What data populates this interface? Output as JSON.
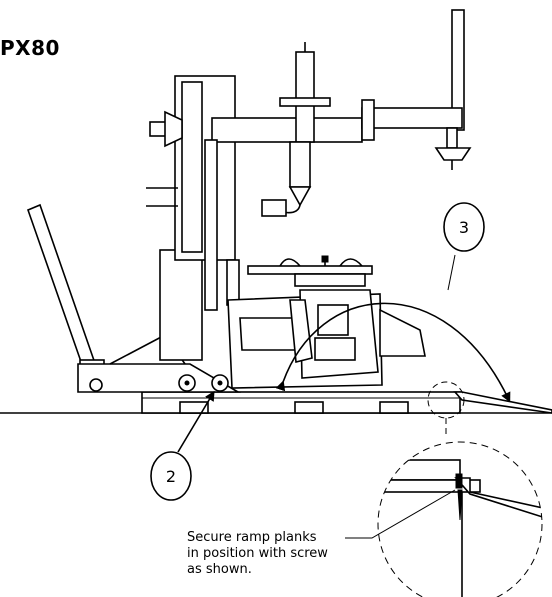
{
  "diagram": {
    "model_label": "PX80",
    "callouts": [
      "3",
      "2"
    ],
    "note_lines": [
      "Secure ramp planks",
      "in position with screw",
      "as shown."
    ]
  }
}
